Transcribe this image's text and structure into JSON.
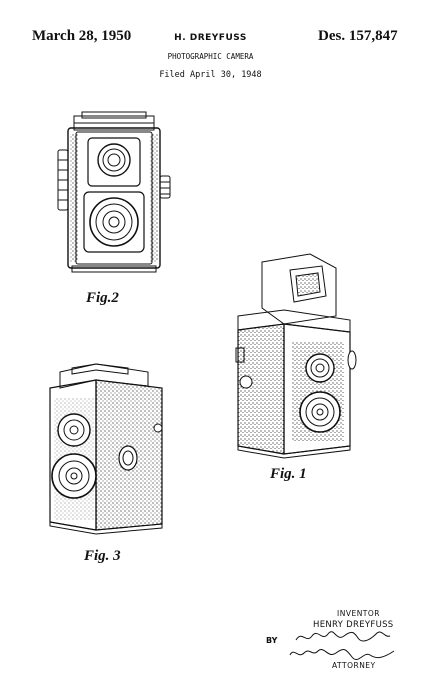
{
  "header": {
    "date": "March 28, 1950",
    "inventor": "H. DREYFUSS",
    "title": "PHOTOGRAPHIC CAMERA",
    "filed": "Filed April 30, 1948",
    "patent_number": "Des. 157,847"
  },
  "figures": {
    "fig1": "Fig. 1",
    "fig2": "Fig.2",
    "fig3": "Fig. 3"
  },
  "signature_block": {
    "inventor_label": "INVENTOR",
    "inventor_name": "HENRY DREYFUSS",
    "by": "BY",
    "attorney_label": "ATTORNEY"
  }
}
